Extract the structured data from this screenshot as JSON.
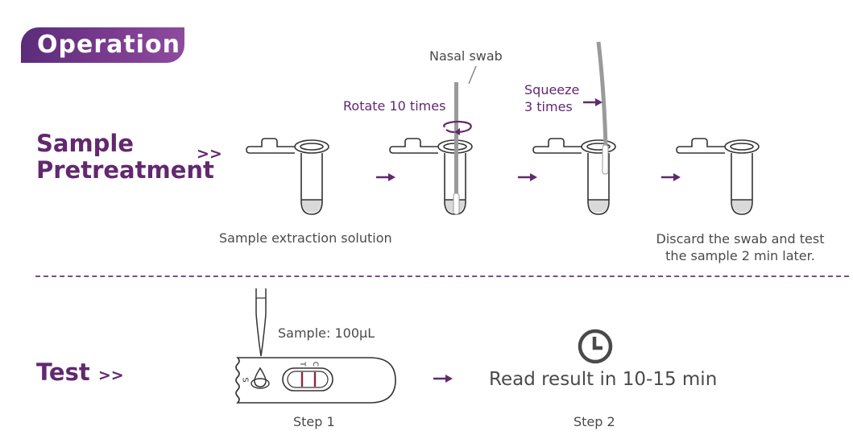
{
  "header": {
    "title": "Operation"
  },
  "pretreatment": {
    "heading_line1": "Sample",
    "heading_line2": "Pretreatment",
    "chevron": ">>",
    "label_nasal_swab": "Nasal swab",
    "label_rotate": "Rotate 10 times",
    "label_squeeze_line1": "Squeeze",
    "label_squeeze_line2": "3 times",
    "caption_extraction": "Sample extraction solution",
    "caption_discard_line1": "Discard the swab and test",
    "caption_discard_line2": "the sample 2 min later."
  },
  "test": {
    "heading": "Test",
    "chevron": ">>",
    "label_sample_volume": "Sample: 100μL",
    "cassette_letter_s": "S",
    "cassette_letter_t": "T",
    "cassette_letter_c": "C",
    "read_result": "Read result in 10-15 min",
    "step1_label": "Step 1",
    "step2_label": "Step 2"
  },
  "colors": {
    "accent": "#62286f",
    "text_gray": "#4a4a4a",
    "line_gray": "#333333",
    "liquid_gray": "#d9d9d9"
  },
  "icons": [
    "tube-icon",
    "swab-icon",
    "rotate-arrow-icon",
    "right-arrow-icon",
    "pipette-icon",
    "test-cassette-icon",
    "clock-icon"
  ]
}
